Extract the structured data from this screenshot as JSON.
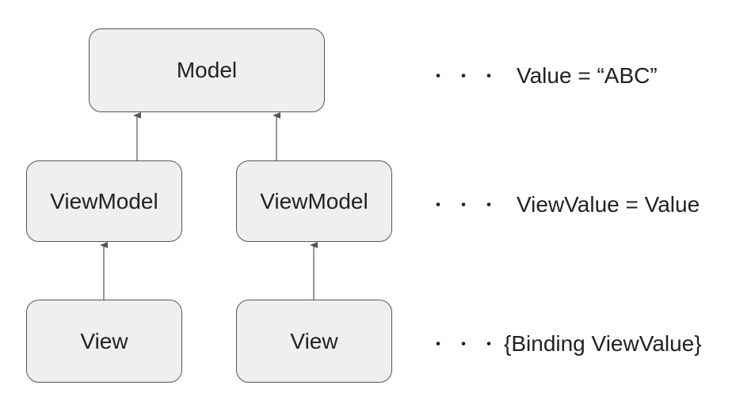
{
  "diagram": {
    "nodes": {
      "model": "Model",
      "viewmodel_left": "ViewModel",
      "viewmodel_right": "ViewModel",
      "view_left": "View",
      "view_right": "View"
    },
    "edges": [
      {
        "from": "viewmodel_left",
        "to": "model"
      },
      {
        "from": "viewmodel_right",
        "to": "model"
      },
      {
        "from": "view_left",
        "to": "viewmodel_left"
      },
      {
        "from": "view_right",
        "to": "viewmodel_right"
      }
    ],
    "annotations": {
      "dots": "・・・",
      "model_note": "Value = “ABC”",
      "viewmodel_note": "ViewValue = Value",
      "view_note": "{Binding ViewValue}"
    },
    "colors": {
      "box_fill": "#efefef",
      "box_border": "#555555",
      "arrow": "#555555",
      "text": "#222222"
    }
  }
}
